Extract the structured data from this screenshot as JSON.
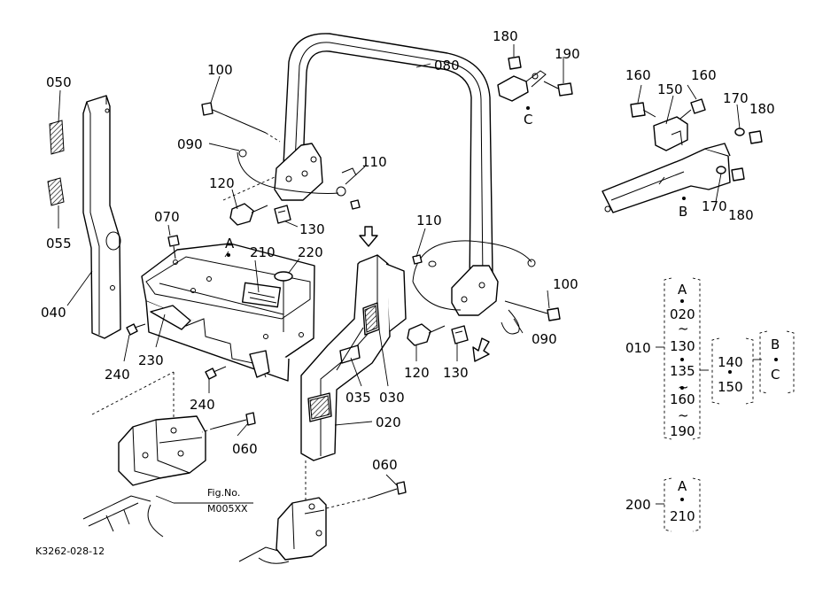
{
  "diagram": {
    "callouts": {
      "p050": "050",
      "p055": "055",
      "p040": "040",
      "p070": "070",
      "pA_main": "A",
      "p210": "210",
      "p220": "220",
      "p240a": "240",
      "p240b": "240",
      "p230": "230",
      "p100a": "100",
      "p090a": "090",
      "p120a": "120",
      "p130a": "130",
      "p110a": "110",
      "p080": "080",
      "p180a": "180",
      "p190": "190",
      "pC_main": "C",
      "p160a": "160",
      "p160b": "160",
      "p150": "150",
      "p170a": "170",
      "p180b": "180",
      "p170b": "170",
      "p180c": "180",
      "pB_main": "B",
      "p110b": "110",
      "p100b": "100",
      "p090b": "090",
      "p120b": "120",
      "p130b": "130",
      "p035": "035",
      "p030": "030",
      "p020": "020",
      "p060a": "060",
      "p060b": "060",
      "fig_no": "Fig.No.",
      "fig_code": "M005XX",
      "drawing_id": "K3262-028-12"
    },
    "assembly_010": {
      "parent": "010",
      "col1": [
        "A",
        "020",
        "~",
        "130",
        "135",
        "~",
        "160",
        "~",
        "190"
      ],
      "col2": [
        "140",
        "150"
      ],
      "col3": [
        "B",
        "C"
      ]
    },
    "assembly_200": {
      "parent": "200",
      "items": [
        "A",
        "210"
      ]
    }
  }
}
